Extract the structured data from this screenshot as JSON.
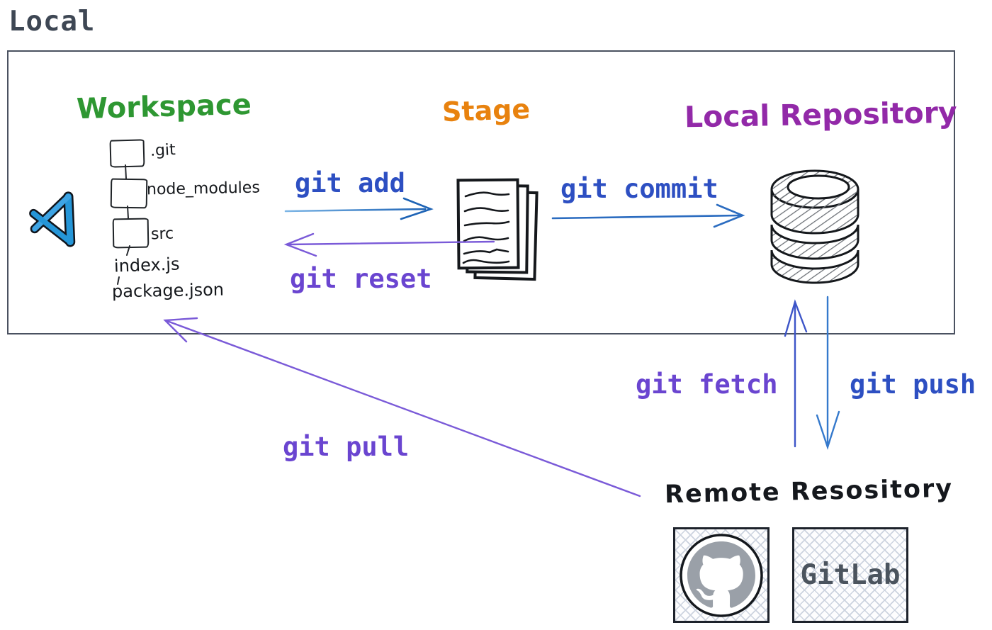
{
  "local": {
    "title": "Local",
    "workspace": {
      "label": "Workspace",
      "color": "#2e9732",
      "editor_icon": "vscode-logo-icon",
      "tree": [
        {
          "label": ".git"
        },
        {
          "label": "node_modules"
        },
        {
          "label": "src"
        },
        {
          "label": "index.js"
        },
        {
          "label": "package.json"
        }
      ]
    },
    "stage": {
      "label": "Stage",
      "color": "#e8820e",
      "icon": "staged-files-documents-icon"
    },
    "local_repository": {
      "label": "Local Repository",
      "color": "#9229a8",
      "icon": "database-icon"
    }
  },
  "commands": {
    "add": {
      "label": "git add",
      "color": "#2d4fc2",
      "arrow_color": "#2e74c8",
      "direction": "workspace-to-stage"
    },
    "reset": {
      "label": "git reset",
      "color": "#6a45d0",
      "arrow_color": "#7a5ad8",
      "direction": "stage-to-workspace"
    },
    "commit": {
      "label": "git commit",
      "color": "#2d4fc2",
      "arrow_color": "#2b6cc0",
      "direction": "stage-to-local-repository"
    },
    "fetch": {
      "label": "git fetch",
      "color": "#6a45d0",
      "arrow_color": "#3d55c8",
      "direction": "remote-to-local-repository"
    },
    "push": {
      "label": "git push",
      "color": "#2d4fc2",
      "arrow_color": "#3579cc",
      "direction": "local-repository-to-remote"
    },
    "pull": {
      "label": "git pull",
      "color": "#6a45d0",
      "arrow_color": "#7a5ad8",
      "direction": "remote-to-workspace"
    }
  },
  "remote": {
    "label": "Remote Resository",
    "providers": [
      {
        "id": "github",
        "icon": "github-octocat-icon"
      },
      {
        "id": "gitlab",
        "label": "GitLab"
      }
    ]
  },
  "colors": {
    "ink": "#1a1d21",
    "box_border": "#4a5160",
    "title_text": "#3e4754",
    "hatch_line": "#ccd3df",
    "github_gray": "#9aa0a8"
  }
}
